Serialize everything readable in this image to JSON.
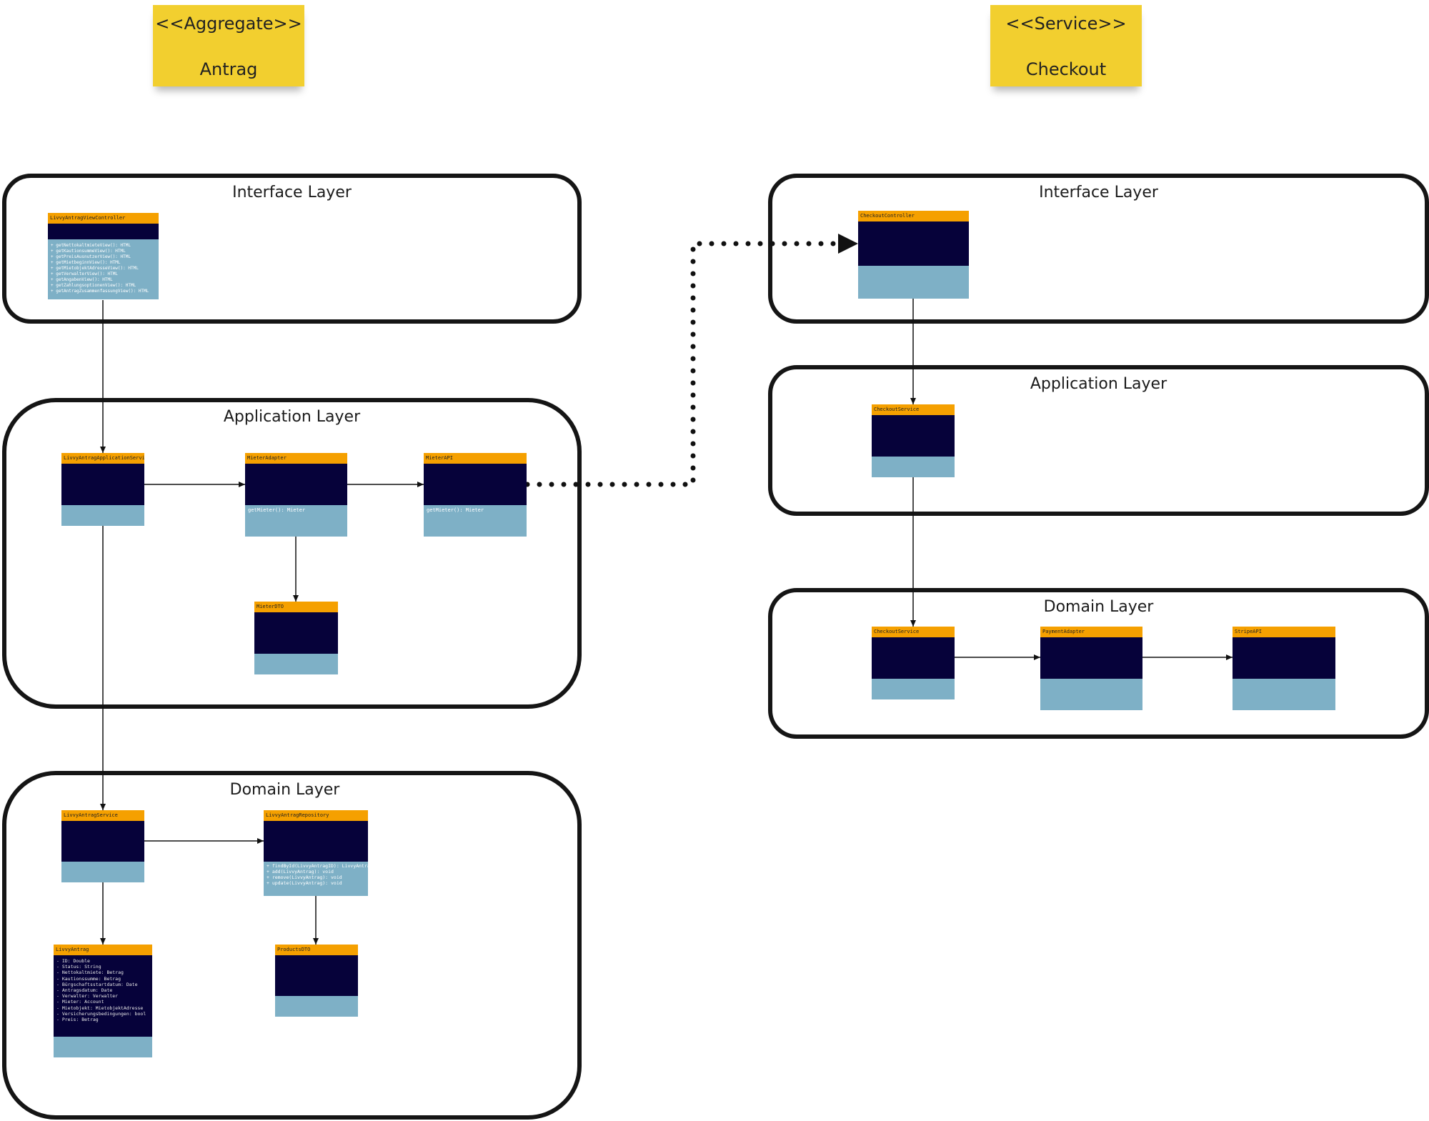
{
  "stickies": [
    {
      "stereotype": "<<Aggregate>>",
      "name": "Antrag"
    },
    {
      "stereotype": "<<Service>>",
      "name": "Checkout"
    }
  ],
  "left": {
    "interface_title": "Interface Layer",
    "application_title": "Application Layer",
    "domain_title": "Domain Layer",
    "classes": {
      "view_controller": {
        "name": "LivvyAntragViewController",
        "methods": [
          "+ getNettokaltmieteView(): HTML",
          "+ getKautionsummeView(): HTML",
          "+ getPreisAusnutzerView(): HTML",
          "+ getMietbeginnView(): HTML",
          "+ getMietobjektAdresseView(): HTML",
          "+ getVerwalterView(): HTML",
          "+ getAngaben​View(): HTML",
          "+ getZahlungsoptionenView(): HTML",
          "+ getAntragZusammenfassungView(): HTML"
        ]
      },
      "app_service": {
        "name": "LivvyAntragApplicationService"
      },
      "mieter_adapter": {
        "name": "MieterAdapter",
        "methods": [
          "getMieter(): Mieter"
        ]
      },
      "mieter_api": {
        "name": "MieterAPI",
        "methods": [
          "getMieter(): Mieter"
        ]
      },
      "mieter_dto": {
        "name": "MieterDTO"
      },
      "domain_service": {
        "name": "LivvyAntragService"
      },
      "repository": {
        "name": "LivvyAntragRepository",
        "methods": [
          "+ findById(LivvyAntragID): LivvyAntrag",
          "+ add(LivvyAntrag): void",
          "+ remove(LivvyAntrag): void",
          "+ update(LivvyAntrag): void"
        ]
      },
      "entity": {
        "name": "LivvyAntrag",
        "attributes": [
          "- ID: Double",
          "- Status: String",
          "- Nettokaltmiete: Betrag",
          "- Kautionssumme: Betrag",
          "- Bürgschaftsstartdatum: Date",
          "- Antragsdatum: Date",
          "- Verwalter: Verwalter",
          "- Mieter: Account",
          "- Mietobjekt: MietobjektAdresse",
          "- Versicherungsbedingungen: bool",
          "- Preis: Betrag"
        ]
      },
      "products_dto": {
        "name": "ProductsDTO"
      }
    }
  },
  "right": {
    "interface_title": "Interface Layer",
    "application_title": "Application Layer",
    "domain_title": "Domain Layer",
    "classes": {
      "controller": {
        "name": "CheckoutController"
      },
      "app_service": {
        "name": "CheckoutService"
      },
      "domain_service": {
        "name": "CheckoutService"
      },
      "payment_adapter": {
        "name": "PaymentAdapter"
      },
      "stripe_api": {
        "name": "StripeAPI"
      }
    }
  },
  "colors": {
    "sticky": "#f2cf2f",
    "class_header": "#f5a000",
    "class_body": "#06023a",
    "class_footer": "#7eb0c6",
    "layer_border": "#151515"
  }
}
